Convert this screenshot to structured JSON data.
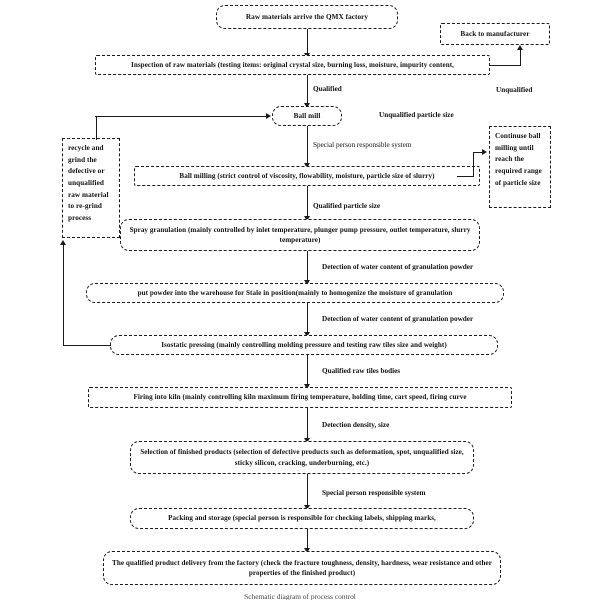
{
  "diagram": {
    "title": "QMX factory ceramic tile production quality-control flowchart",
    "caption": "Schematic diagram of process control",
    "line_color": "#1a1a1a",
    "background": "#ffffff"
  },
  "nodes": {
    "raw_materials": "Raw materials arrive the QMX factory",
    "back_to_manufacturer": "Back to manufacturer",
    "inspection": "Inspection of raw materials (testing items: original crystal size, burning loss, moisture,  impurity content,",
    "ball_mill": "Ball mill",
    "continue_ball_milling": "Continuse ball milling until reach the required range of particle size",
    "recycle": "recycle and grind the defective or unqualified raw material to re-grind process",
    "ball_milling": "Ball milling (strict control of viscosity, flowability, moisture, particle size of slurry)",
    "spray_granulation": "Spray granulation (mainly controlled by inlet temperature, plunger pump pressure, outlet temperature, slurry temperature)",
    "warehouse": "put powder into the warehouse for Stale in position(mainly to homogenize the moisture of granulation",
    "isostatic_pressing": "Isostatic pressing (mainly controlling molding pressure and testing raw tiles size and weight)",
    "firing": "Firing into kiln (mainly controlling kiln maximum firing temperature, holding time, cart speed, firing curve",
    "selection": "Selection of finished products (selection of defective products such as deformation, spot, unqualified size, sticky silicon, cracking, underburning, etc.)",
    "packing": "Packing and storage (special person is responsible for checking labels, shipping marks,",
    "delivery": "The qualified product delivery from the factory (check the fracture toughness, density, hardness, wear resistance and other properties of the finished product)"
  },
  "edge_labels": {
    "qualified": "Qualified",
    "unqualified": "Unqualified",
    "special_person_1": "Special person responsible system",
    "unqualified_particle_size": "Unqualified particle size",
    "qualified_particle_size": "Qualified particle size",
    "detection_water_1": "Detection of water content of granulation powder",
    "detection_water_2": "Detection of water content of granulation powder",
    "qualified_raw_tiles": "Qualified raw tiles bodies",
    "detection_density": "Detection density, size",
    "special_person_2": "Special person responsible system"
  }
}
